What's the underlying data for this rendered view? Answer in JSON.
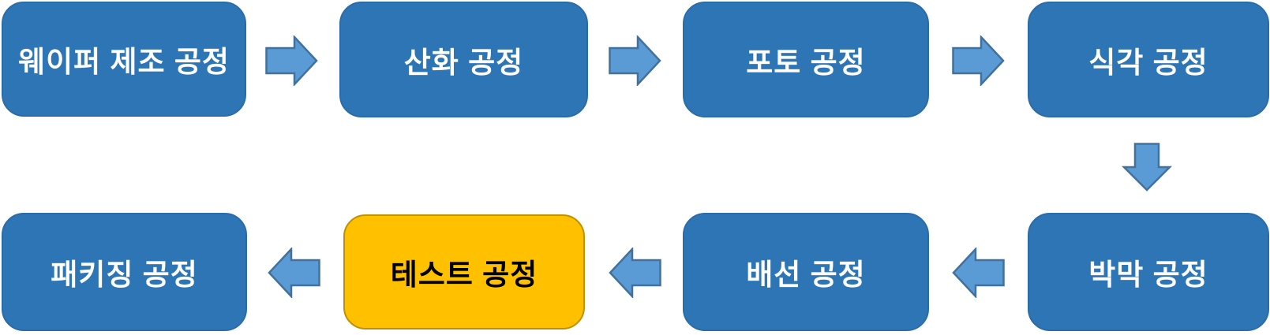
{
  "flow": {
    "description_note": "",
    "colors": {
      "background": "#FFFFFF",
      "box_fill": "#2E75B6",
      "box_border": "#2A6CA8",
      "box_text": "#FFFFFF",
      "highlight_fill": "#FFC000",
      "highlight_border": "#BF9000",
      "highlight_text": "#000000",
      "arrow_fill": "#5B9BD5",
      "arrow_border": "#41719C"
    },
    "nodes": [
      {
        "id": "wafer",
        "label": "웨이퍼 제조 공정",
        "row": 1,
        "col": 1,
        "highlighted": false
      },
      {
        "id": "oxidation",
        "label": "산화 공정",
        "row": 1,
        "col": 2,
        "highlighted": false
      },
      {
        "id": "photo",
        "label": "포토 공정",
        "row": 1,
        "col": 3,
        "highlighted": false
      },
      {
        "id": "etching",
        "label": "식각 공정",
        "row": 1,
        "col": 4,
        "highlighted": false
      },
      {
        "id": "thin-film",
        "label": "박막 공정",
        "row": 2,
        "col": 4,
        "highlighted": false
      },
      {
        "id": "wiring",
        "label": "배선 공정",
        "row": 2,
        "col": 3,
        "highlighted": false
      },
      {
        "id": "test",
        "label": "테스트 공정",
        "row": 2,
        "col": 2,
        "highlighted": true
      },
      {
        "id": "packaging",
        "label": "패키징 공정",
        "row": 2,
        "col": 1,
        "highlighted": false
      }
    ],
    "edges": [
      {
        "from": "wafer",
        "to": "oxidation",
        "direction": "right"
      },
      {
        "from": "oxidation",
        "to": "photo",
        "direction": "right"
      },
      {
        "from": "photo",
        "to": "etching",
        "direction": "right"
      },
      {
        "from": "etching",
        "to": "thin-film",
        "direction": "down"
      },
      {
        "from": "thin-film",
        "to": "wiring",
        "direction": "left"
      },
      {
        "from": "wiring",
        "to": "test",
        "direction": "left"
      },
      {
        "from": "test",
        "to": "packaging",
        "direction": "left"
      }
    ]
  }
}
